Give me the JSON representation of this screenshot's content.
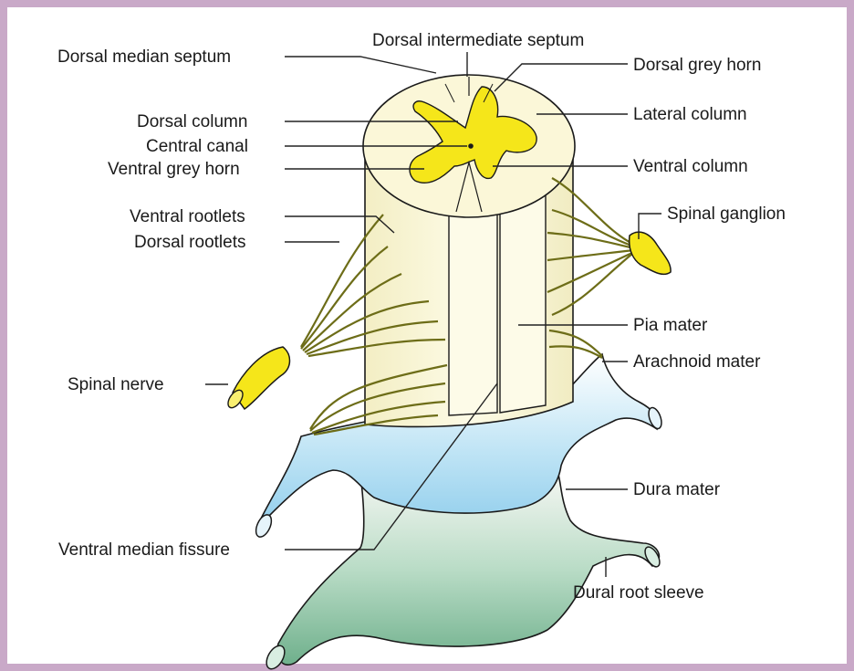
{
  "colors": {
    "border": "#c9a9c8",
    "cord_white": "#fbf7d8",
    "grey_matter": "#f5e61a",
    "rootlet": "#8a8a22",
    "arachnoid": "#a9d9f0",
    "dural_sleeve": "#7fbf9e",
    "outline": "#1a1a1a"
  },
  "labels": {
    "dorsal_intermediate_septum": "Dorsal intermediate septum",
    "dorsal_median_septum": "Dorsal median septum",
    "dorsal_grey_horn": "Dorsal grey horn",
    "lateral_column": "Lateral column",
    "dorsal_column": "Dorsal column",
    "central_canal": "Central canal",
    "ventral_grey_horn": "Ventral grey horn",
    "ventral_column": "Ventral column",
    "ventral_rootlets": "Ventral rootlets",
    "dorsal_rootlets": "Dorsal rootlets",
    "spinal_ganglion": "Spinal ganglion",
    "pia_mater": "Pia mater",
    "spinal_nerve": "Spinal nerve",
    "arachnoid_mater": "Arachnoid mater",
    "dura_mater": "Dura mater",
    "ventral_median_fissure": "Ventral median fissure",
    "dural_root_sleeve": "Dural root sleeve"
  }
}
